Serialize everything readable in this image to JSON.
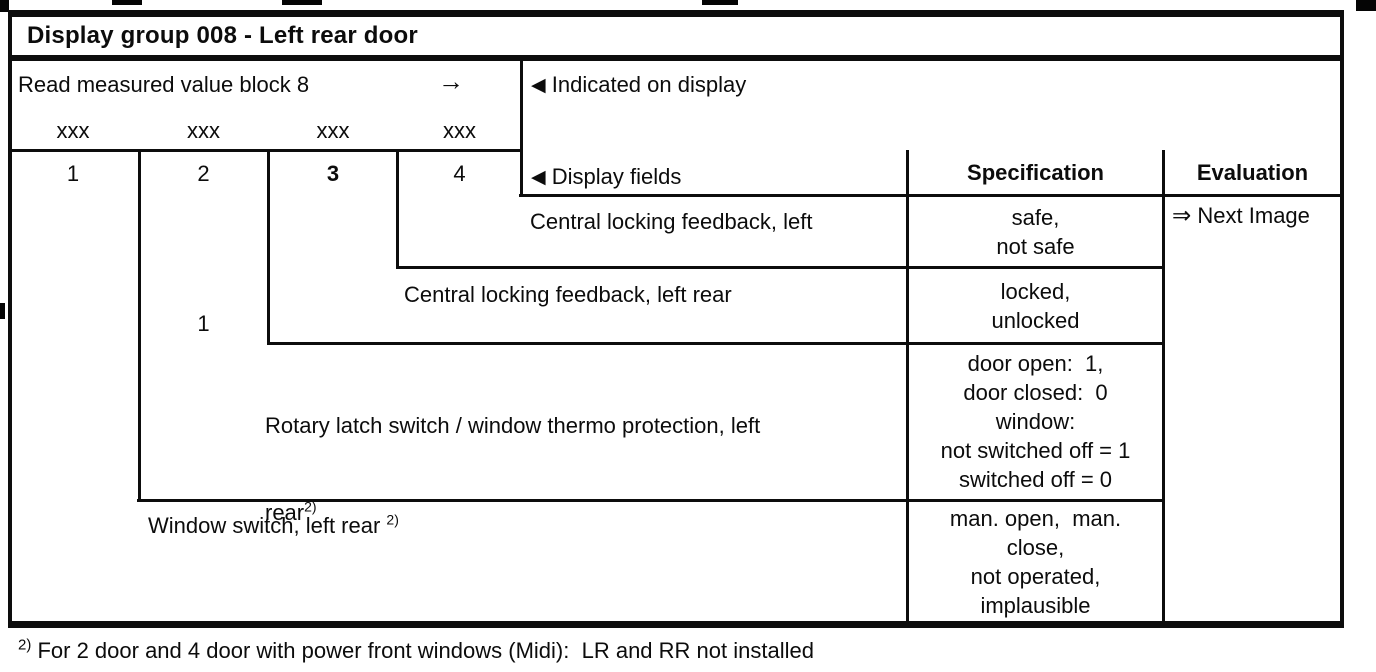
{
  "title": "Display group 008 - Left rear door",
  "header": {
    "read_label": "Read measured value block 8",
    "read_arrow_icon": "→",
    "marker_icon": "◀",
    "indicated_label": "Indicated on display",
    "display_fields_label": "Display fields",
    "spec_header": "Specification",
    "eval_header": "Evaluation",
    "display_values": [
      "xxx",
      "xxx",
      "xxx",
      "xxx"
    ],
    "field_numbers": [
      "1",
      "2",
      "3",
      "4"
    ]
  },
  "display_example_value": "1",
  "rows": [
    {
      "description": "Central locking feedback, left",
      "spec_lines": [
        "safe,",
        "not safe"
      ]
    },
    {
      "description": "Central locking feedback, left rear",
      "spec_lines": [
        "locked,",
        "unlocked"
      ]
    },
    {
      "description_lines": [
        "Rotary latch switch / window thermo protection, left",
        "rear"
      ],
      "footnote_ref": "2)",
      "spec_lines": [
        "door open:  1,",
        "door closed:  0",
        "window:",
        "not switched off = 1",
        "switched off = 0"
      ]
    },
    {
      "description": "Window switch, left rear",
      "footnote_ref": "2)",
      "spec_lines": [
        "man. open,  man.",
        "close,",
        "not operated,",
        "implausible"
      ]
    }
  ],
  "evaluation": {
    "arrow_icon": "⇒",
    "text": "Next Image"
  },
  "footnote": {
    "ref": "2)",
    "text": "For 2 door and 4 door with power front windows (Midi):  LR and RR not installed"
  }
}
